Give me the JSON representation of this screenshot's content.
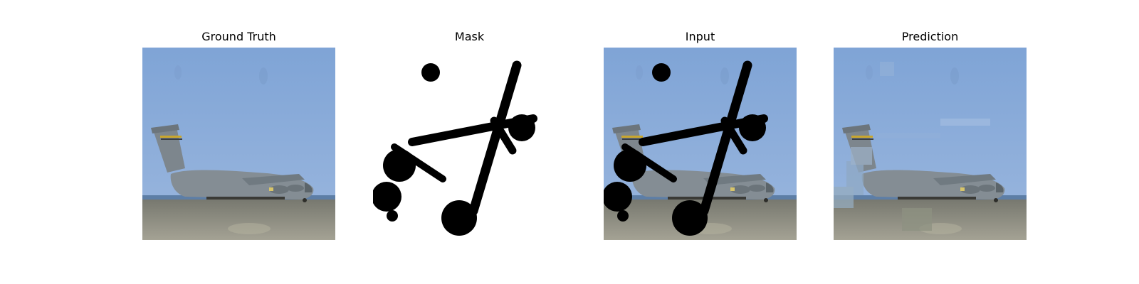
{
  "panels": [
    {
      "title": "Ground Truth"
    },
    {
      "title": "Mask"
    },
    {
      "title": "Input"
    },
    {
      "title": "Prediction"
    }
  ],
  "colors": {
    "sky": "#86a9d6",
    "sky_top": "#7ea5d8",
    "sea": "#5d7ea6",
    "tarmac": "#8d8c86",
    "aircraft": "#858f95",
    "mask": "#000000"
  }
}
